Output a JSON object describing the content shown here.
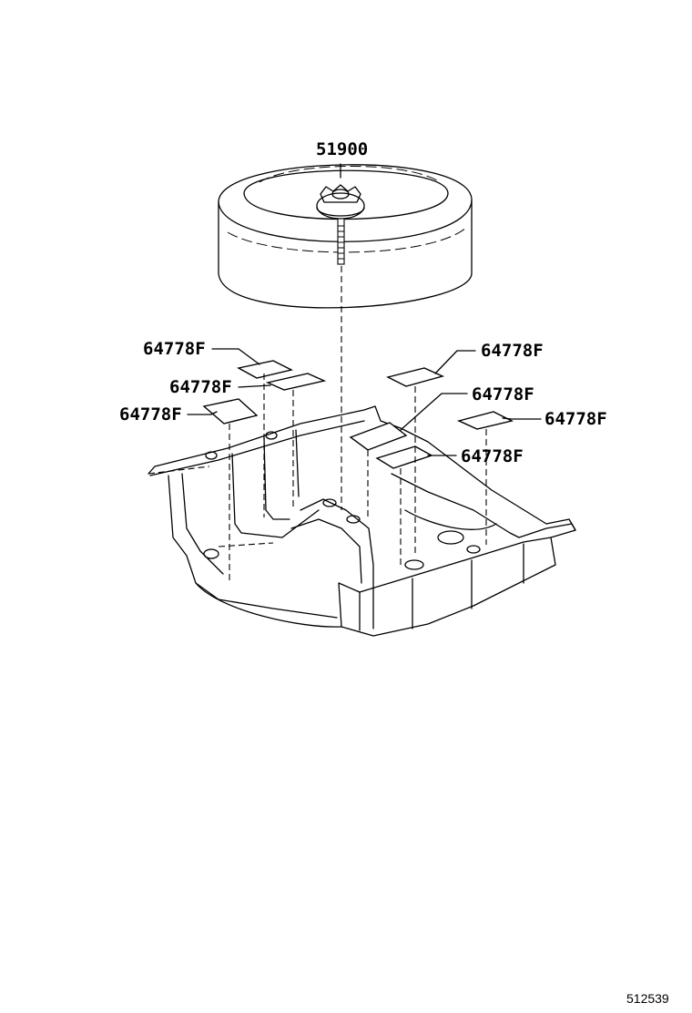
{
  "diagram": {
    "part_labels": {
      "spare_tire": "51900",
      "pad_1": "64778F",
      "pad_2": "64778F",
      "pad_3": "64778F",
      "pad_4": "64778F",
      "pad_5": "64778F",
      "pad_6": "64778F",
      "pad_7": "64778F"
    },
    "figure_code": "512539"
  }
}
